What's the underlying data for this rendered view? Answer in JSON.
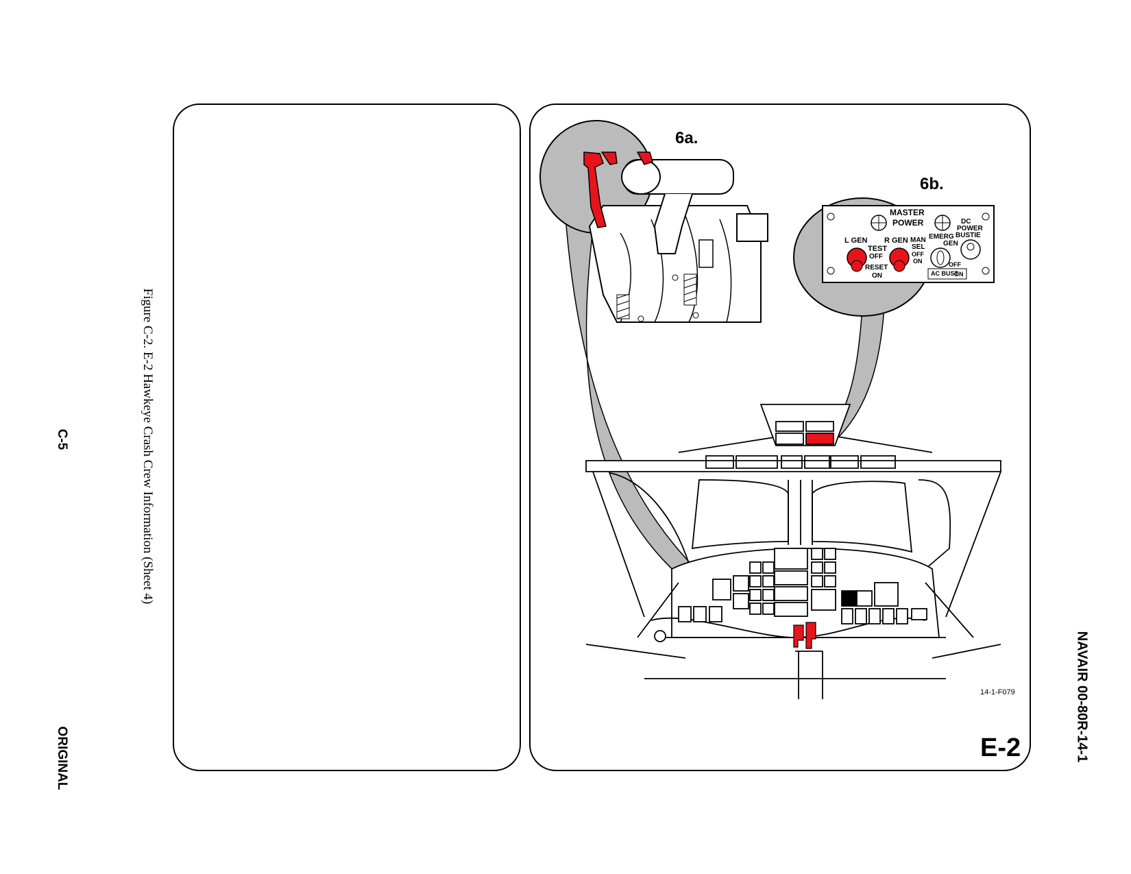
{
  "caption": "Figure C-2.  E-2 Hawkeye Crash Crew Information (Sheet 4)",
  "page_number": "C-5",
  "status": "ORIGINAL",
  "document_id": "NAVAIR 00-80R-14-1",
  "figure": {
    "callout_a": "6a.",
    "callout_b": "6b.",
    "figure_code": "14-1-F079",
    "aircraft_label": "E-2",
    "panel": {
      "master": "MASTER",
      "power": "POWER",
      "dc": "DC",
      "dc_power": "POWER",
      "bustie": "BUSTIE",
      "l_gen": "L GEN",
      "r_gen": "R GEN",
      "test": "TEST",
      "off": "OFF",
      "reset": "RESET",
      "on": "ON",
      "man": "MAN",
      "sel": "SEL",
      "man_off": "OFF",
      "man_on": "ON",
      "emerg": "EMERG",
      "gen": "GEN",
      "ac_bust": "AC BUST",
      "bus_off": "OFF",
      "bus_on": "ON"
    },
    "colors": {
      "highlight": "#e8141c",
      "callout_fill": "#bbbbbb"
    }
  }
}
